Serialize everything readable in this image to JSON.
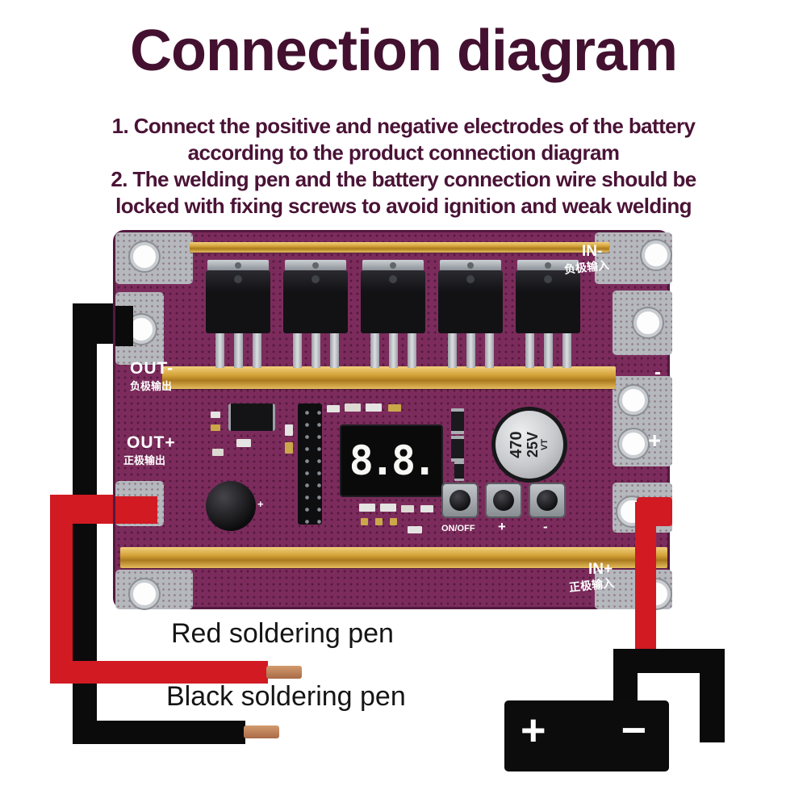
{
  "title": "Connection diagram",
  "instructions": [
    "1. Connect the positive and negative electrodes of the battery",
    "according to the product connection diagram",
    "2. The welding pen and the battery connection wire should be",
    "locked with fixing screws to avoid ignition and weak welding"
  ],
  "board": {
    "silkscreen": {
      "out_neg": "OUT-",
      "out_neg_cn": "负极输出",
      "out_pos": "OUT+",
      "out_pos_cn": "正极输出",
      "in_neg": "IN-",
      "in_neg_cn": "负极输入",
      "in_pos": "IN+",
      "in_pos_cn": "正极输入",
      "pad_minus": "-",
      "pad_plus": "+",
      "onoff_label": "ON/OFF",
      "plus_label": "+",
      "minus_label": "-",
      "buzzer_plus": "+"
    },
    "display_value": "8.8.",
    "capacitor": {
      "line1": "470",
      "line2": "25V",
      "line3": "VT"
    }
  },
  "legend": {
    "red_pen_label": "Red soldering pen",
    "black_pen_label": "Black soldering pen"
  },
  "battery": {
    "plus_label": "+",
    "minus_label": "−"
  },
  "colors": {
    "title_text": "#43112f",
    "board_purple": "#7c2c5c",
    "busbar_gold": "#d3a138",
    "wire_red": "#d11a22",
    "wire_black": "#0b0b0c",
    "copper_tip": "#b9825c"
  }
}
